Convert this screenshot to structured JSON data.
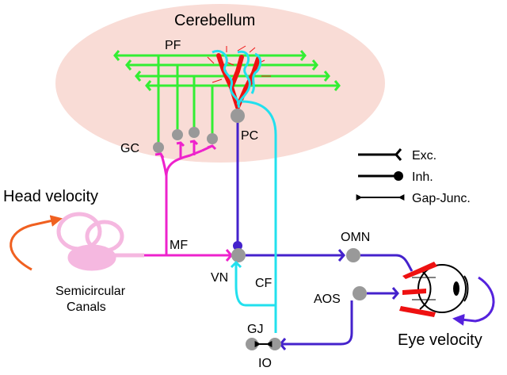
{
  "labels": {
    "cerebellum": "Cerebellum",
    "pf": "PF",
    "gc": "GC",
    "pc": "PC",
    "mf": "MF",
    "vn": "VN",
    "cf": "CF",
    "omn": "OMN",
    "aos": "AOS",
    "gj": "GJ",
    "io": "IO",
    "head_velocity": "Head velocity",
    "eye_velocity": "Eye velocity",
    "semicircular_line1": "Semicircular",
    "semicircular_line2": "Canals"
  },
  "legend": {
    "exc": "Exc.",
    "inh": "Inh.",
    "gap": "Gap-Junc."
  },
  "colors": {
    "cerebellum_fill": "#f9dcd6",
    "parallel_fiber": "#33ee33",
    "granule_mossy": "#ee22cc",
    "purkinje_axon": "#4422cc",
    "climbing_fiber": "#22e0ee",
    "dendrite_red": "#ee1111",
    "neuron_gray": "#999999",
    "head_arrow": "#f06020",
    "eye_arrow": "#5522dd",
    "canal_pink": "#f5b8e0"
  }
}
